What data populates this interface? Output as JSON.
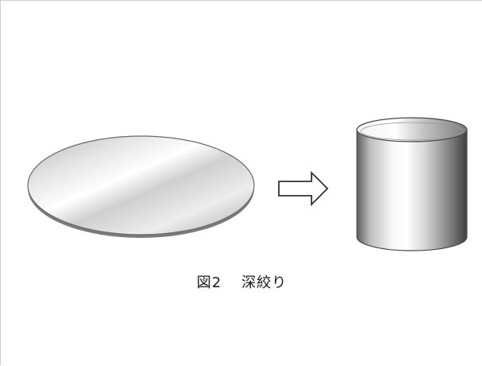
{
  "figure": {
    "number": "図2",
    "title": "深絞り"
  },
  "items": {
    "blank": "flat-disc-blank",
    "arrow": "right-arrow-icon",
    "product": "drawn-cylinder-cup"
  }
}
